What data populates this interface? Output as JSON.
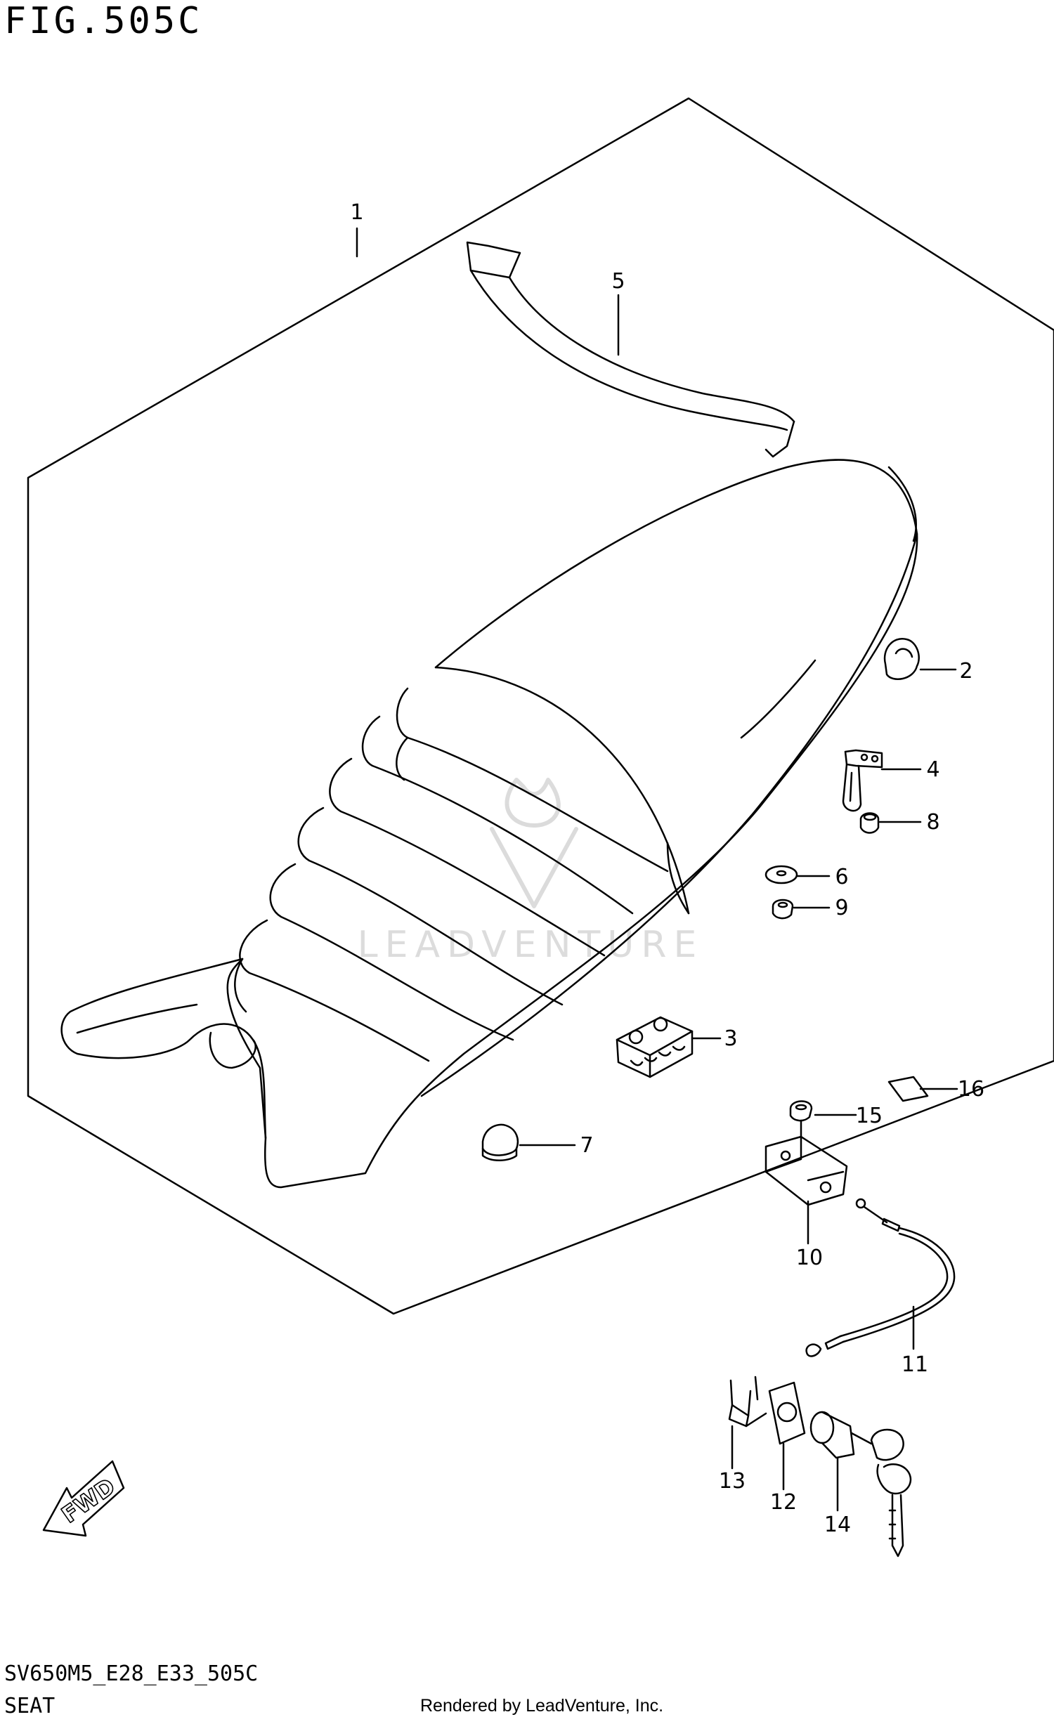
{
  "figure": {
    "title": "FIG.505C",
    "code": "SV650M5_E28_E33_505C",
    "name": "SEAT",
    "rendered_by": "Rendered by LeadVenture, Inc.",
    "watermark": "LEADVENTURE",
    "direction_label": "FWD"
  },
  "callouts": [
    "1",
    "2",
    "3",
    "4",
    "5",
    "6",
    "7",
    "8",
    "9",
    "10",
    "11",
    "12",
    "13",
    "14",
    "15",
    "16"
  ],
  "colors": {
    "line": "#000000",
    "background": "#ffffff",
    "watermark": "#d8d8d8"
  }
}
